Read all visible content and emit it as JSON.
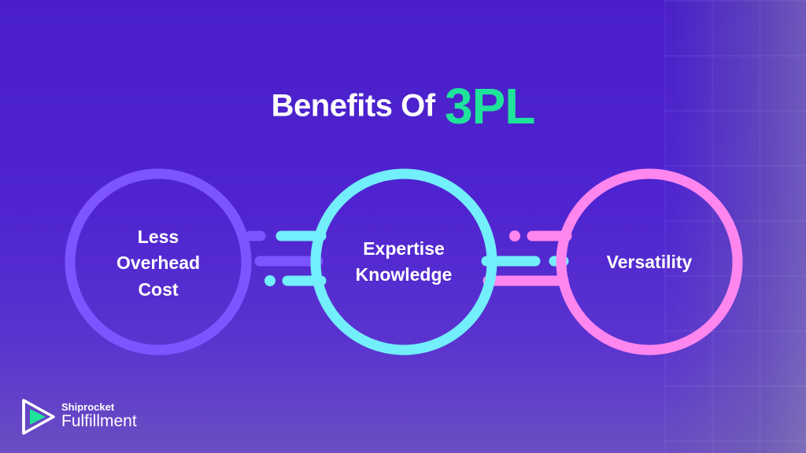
{
  "title": {
    "prefix": "Benefits Of",
    "highlight": "3PL"
  },
  "benefits": [
    {
      "label": "Less\nOverhead\nCost",
      "color": "#7d54ff"
    },
    {
      "label": "Expertise\nKnowledge",
      "color": "#73eefb"
    },
    {
      "label": "Versatility",
      "color": "#ff86ef"
    }
  ],
  "brand": {
    "name_small": "Shiprocket",
    "name_large": "Fulfillment"
  },
  "colors": {
    "accent_green": "#1ee39a",
    "background": "#4e23cd"
  }
}
